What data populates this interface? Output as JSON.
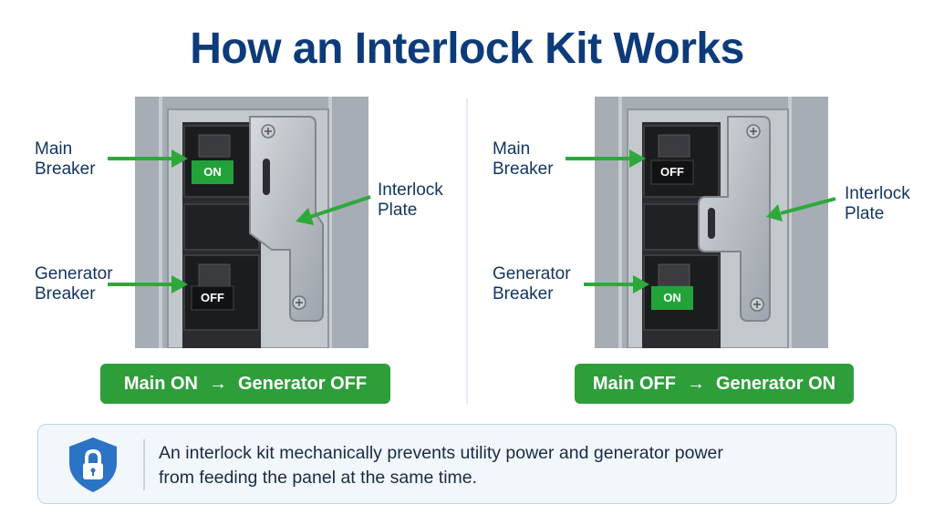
{
  "title": "How an Interlock Kit Works",
  "left_panel": {
    "main_breaker_label": [
      "Main",
      "Breaker"
    ],
    "generator_breaker_label": [
      "Generator",
      "Breaker"
    ],
    "interlock_plate_label": [
      "Interlock",
      "Plate"
    ],
    "main_breaker_state": "ON",
    "generator_breaker_state": "OFF",
    "caption_left": "Main ON",
    "caption_right": "Generator OFF"
  },
  "right_panel": {
    "main_breaker_label": [
      "Main",
      "Breaker"
    ],
    "generator_breaker_label": [
      "Generator",
      "Breaker"
    ],
    "interlock_plate_label": [
      "Interlock",
      "Plate"
    ],
    "main_breaker_state": "OFF",
    "generator_breaker_state": "ON",
    "caption_left": "Main OFF",
    "caption_right": "Generator ON"
  },
  "caption_arrow": "→",
  "info": {
    "icon": "shield-lock-icon",
    "lines": [
      "An interlock kit mechanically prevents utility power and generator power",
      "from feeding the panel at the same time."
    ]
  },
  "colors": {
    "title": "#0d3b7a",
    "accent_green": "#2e9e3b",
    "shield_blue": "#2a73c5"
  }
}
